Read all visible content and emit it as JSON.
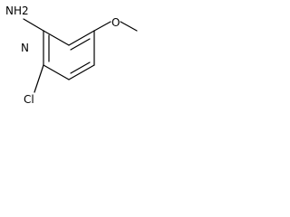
{
  "molecule": {
    "atoms": {
      "amine": "NH2",
      "ring_nitrogen": "N",
      "methoxy_oxygen": "O",
      "chlorine": "Cl"
    },
    "bond_color": "#000000",
    "text_color": "#000000",
    "background": "#ffffff"
  }
}
